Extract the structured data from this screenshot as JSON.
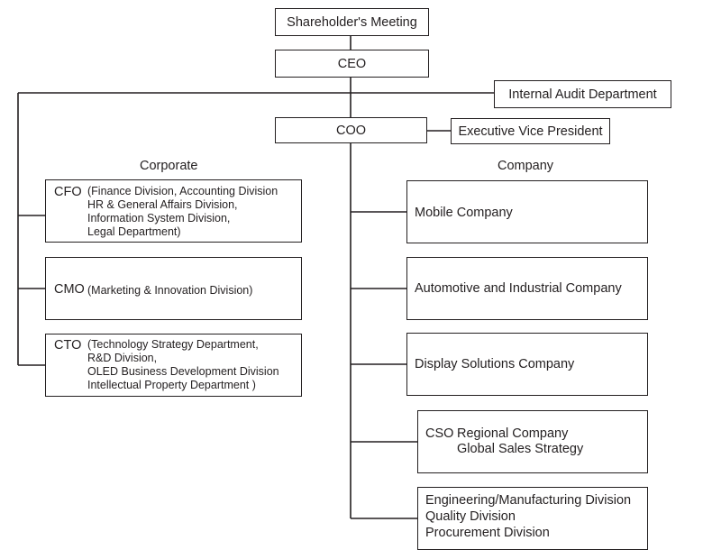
{
  "top": {
    "shareholders": "Shareholder's Meeting",
    "ceo": "CEO",
    "coo": "COO",
    "internal_audit": "Internal Audit Department",
    "executive_vp": "Executive Vice President"
  },
  "corporate": {
    "heading": "Corporate",
    "cfo": {
      "label": "CFO",
      "lines": [
        "(Finance Division, Accounting Division",
        "HR & General Affairs Division,",
        "Information System Division,",
        "Legal Department)"
      ]
    },
    "cmo": {
      "label": "CMO",
      "lines": [
        "(Marketing & Innovation Division)"
      ]
    },
    "cto": {
      "label": "CTO",
      "lines": [
        "(Technology Strategy Department,",
        "R&D Division,",
        "OLED Business Development Division",
        "Intellectual Property Department )"
      ]
    }
  },
  "company": {
    "heading": "Company",
    "mobile": "Mobile Company",
    "automotive": "Automotive and Industrial Company",
    "display": "Display Solutions Company",
    "cso": {
      "label": "CSO",
      "lines": [
        "Regional Company",
        "Global Sales Strategy"
      ]
    },
    "engineering": [
      "Engineering/Manufacturing Division",
      "Quality Division",
      "Procurement Division"
    ]
  }
}
